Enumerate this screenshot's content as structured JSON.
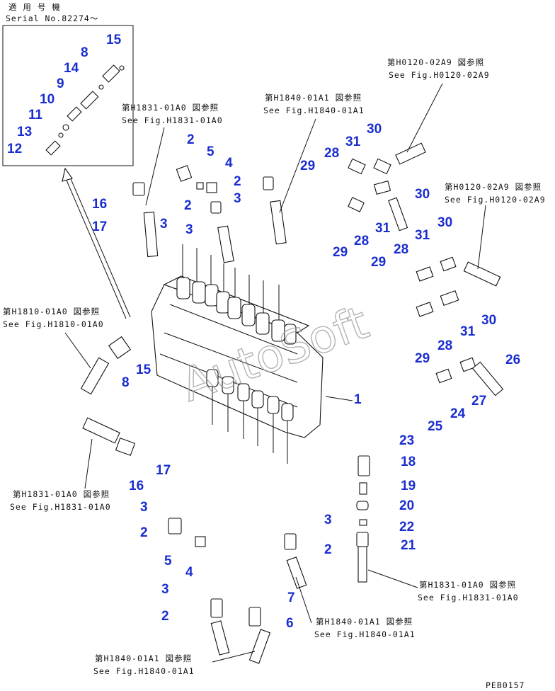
{
  "inset": {
    "title": "適 用 号 機",
    "serial": "Serial No.82274～"
  },
  "refs": [
    {
      "jp": "第H0120-02A9 図参照",
      "en": "See Fig.H0120-02A9"
    },
    {
      "jp": "第H0120-02A9 図参照",
      "en": "See Fig.H0120-02A9"
    },
    {
      "jp": "第H1840-01A1 図参照",
      "en": "See Fig.H1840-01A1"
    },
    {
      "jp": "第H1831-01A0 図参照",
      "en": "See Fig.H1831-01A0"
    },
    {
      "jp": "第H1810-01A0 図参照",
      "en": "See Fig.H1810-01A0"
    },
    {
      "jp": "第H1831-01A0 図参照",
      "en": "See Fig.H1831-01A0"
    },
    {
      "jp": "第H1831-01A0 図参照",
      "en": "See Fig.H1831-01A0"
    },
    {
      "jp": "第H1840-01A1 図参照",
      "en": "See Fig.H1840-01A1"
    },
    {
      "jp": "第H1840-01A1 図参照",
      "en": "See Fig.H1840-01A1"
    }
  ],
  "callouts": [
    "15",
    "8",
    "14",
    "9",
    "10",
    "11",
    "13",
    "12",
    "2",
    "5",
    "4",
    "2",
    "3",
    "16",
    "17",
    "3",
    "2",
    "3",
    "30",
    "31",
    "28",
    "29",
    "30",
    "31",
    "28",
    "29",
    "31",
    "30",
    "28",
    "29",
    "30",
    "31",
    "28",
    "29",
    "26",
    "27",
    "24",
    "25",
    "1",
    "23",
    "18",
    "19",
    "20",
    "22",
    "21",
    "8",
    "15",
    "17",
    "16",
    "3",
    "2",
    "5",
    "4",
    "3",
    "2",
    "3",
    "2",
    "7",
    "6"
  ],
  "watermark": "AutoSoft",
  "drawing_code": "PEB0157"
}
